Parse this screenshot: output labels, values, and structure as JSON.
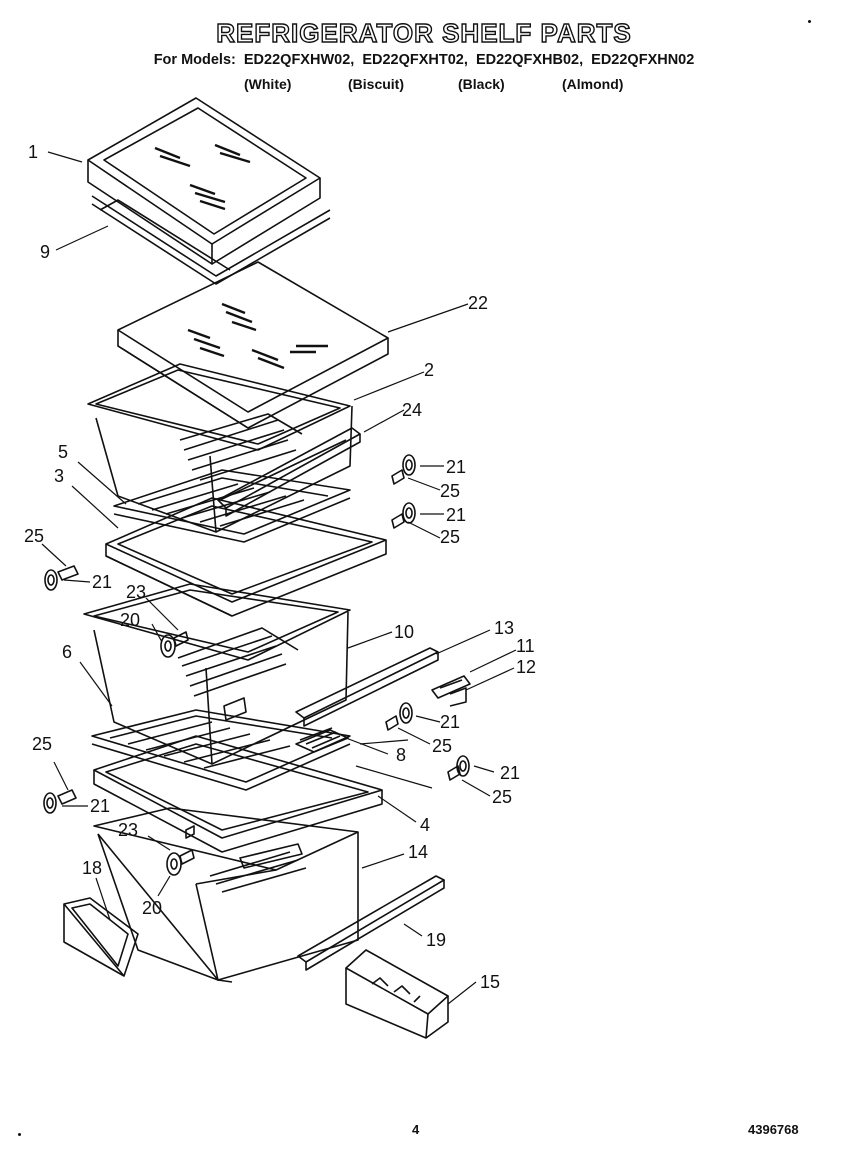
{
  "header": {
    "title": "REFRIGERATOR SHELF PARTS",
    "models_prefix": "For Models:",
    "models": [
      "ED22QFXHW02,",
      "ED22QFXHT02,",
      "ED22QFXHB02,",
      "ED22QFXHN02"
    ],
    "colors": [
      "(White)",
      "(Biscuit)",
      "(Black)",
      "(Almond)"
    ]
  },
  "callouts": [
    "1",
    "9",
    "22",
    "2",
    "24",
    "5",
    "3",
    "21",
    "25",
    "21",
    "25",
    "25",
    "21",
    "23",
    "20",
    "10",
    "13",
    "11",
    "12",
    "6",
    "21",
    "25",
    "8",
    "21",
    "25",
    "25",
    "21",
    "4",
    "23",
    "14",
    "18",
    "20",
    "19",
    "15"
  ],
  "footer": {
    "page_number": "4",
    "document_number": "4396768"
  }
}
